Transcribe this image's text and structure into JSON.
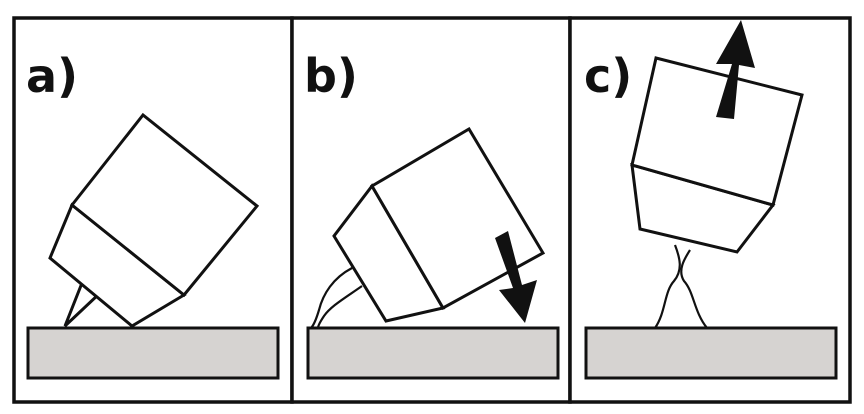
{
  "figure": {
    "panels": [
      {
        "label": "a)",
        "arrow": "none"
      },
      {
        "label": "b)",
        "arrow": "down"
      },
      {
        "label": "c)",
        "arrow": "up"
      }
    ]
  },
  "colors": {
    "outline": "#111111",
    "background": "#ffffff",
    "plate_fill": "#d6d3d1"
  }
}
